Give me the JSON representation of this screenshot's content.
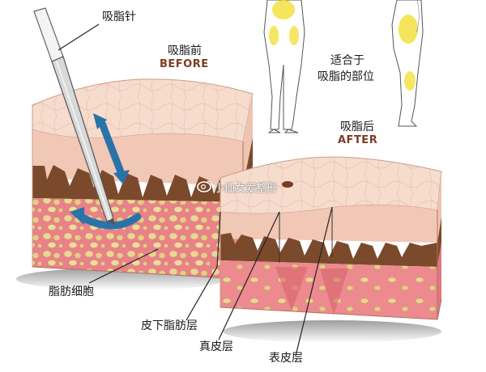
{
  "labels": {
    "needle": "吸脂针",
    "before_cn": "吸脂前",
    "before_en": "BEFORE",
    "suitable_line1": "适合于",
    "suitable_line2": "吸脂的部位",
    "after_cn": "吸脂后",
    "after_en": "AFTER",
    "fat_cells": "脂肪细胞",
    "subcutaneous_fat": "皮下脂肪层",
    "dermis": "真皮层",
    "epidermis": "表皮层"
  },
  "watermark": "小仙女爱整形",
  "colors": {
    "before_tag": "#7a3d22",
    "after_tag": "#7a3d22",
    "epidermis": "#f3cfc0",
    "dermis": "#7b4a2c",
    "fat": "#e87f86",
    "fat_cell": "#e9d08a",
    "arrow": "#2a73a8",
    "body_highlight": "#f3e24a"
  },
  "icons": [
    "weibo-icon"
  ]
}
